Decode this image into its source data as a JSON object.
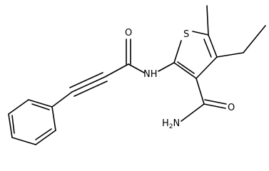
{
  "labels": {
    "sulfur": "S",
    "carbonyl_oxygen": "O",
    "amine": "NH",
    "amide_oxygen": "O",
    "amide_nitrogen": "H",
    "amide_nitrogen_sub": "2",
    "amide_nitrogen_tail": "N"
  },
  "colors": {
    "bond": "#000000",
    "background": "#ffffff"
  }
}
